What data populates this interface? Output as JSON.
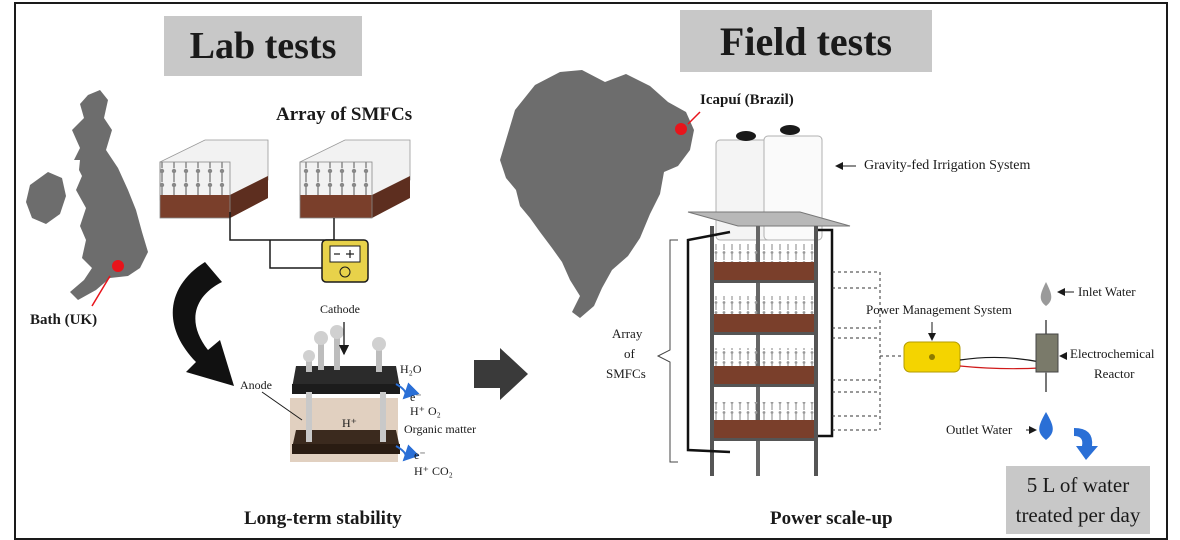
{
  "lab": {
    "title": "Lab tests",
    "array_label": "Array of SMFCs",
    "site_label": "Bath (UK)",
    "cathode": "Cathode",
    "anode": "Anode",
    "h2o": "H₂O",
    "e_top": "e⁻",
    "h_o2": "H⁺ O₂",
    "organic": "Organic matter",
    "h_plus": "H⁺",
    "e_bottom": "e⁻",
    "h_co2": "H⁺ CO₂",
    "footer": "Long-term stability"
  },
  "field": {
    "title": "Field tests",
    "site_label": "Icapuí (Brazil)",
    "irrigation": "Gravity-fed Irrigation System",
    "array_line1": "Array",
    "array_line2": "of",
    "array_line3": "SMFCs",
    "pms": "Power Management System",
    "inlet": "Inlet Water",
    "reactor_line1": "Electrochemical",
    "reactor_line2": "Reactor",
    "outlet": "Outlet Water",
    "box_line1": "5 L of water",
    "box_line2": "treated per day",
    "footer": "Power scale-up"
  },
  "colors": {
    "header_bg": "#c8c8c8",
    "map_gray": "#6d6d6d",
    "marker_red": "#e8141b",
    "soil_brown": "#7a3f2b",
    "water_blue": "#2a6fd6",
    "pms_yellow": "#f4d400"
  }
}
